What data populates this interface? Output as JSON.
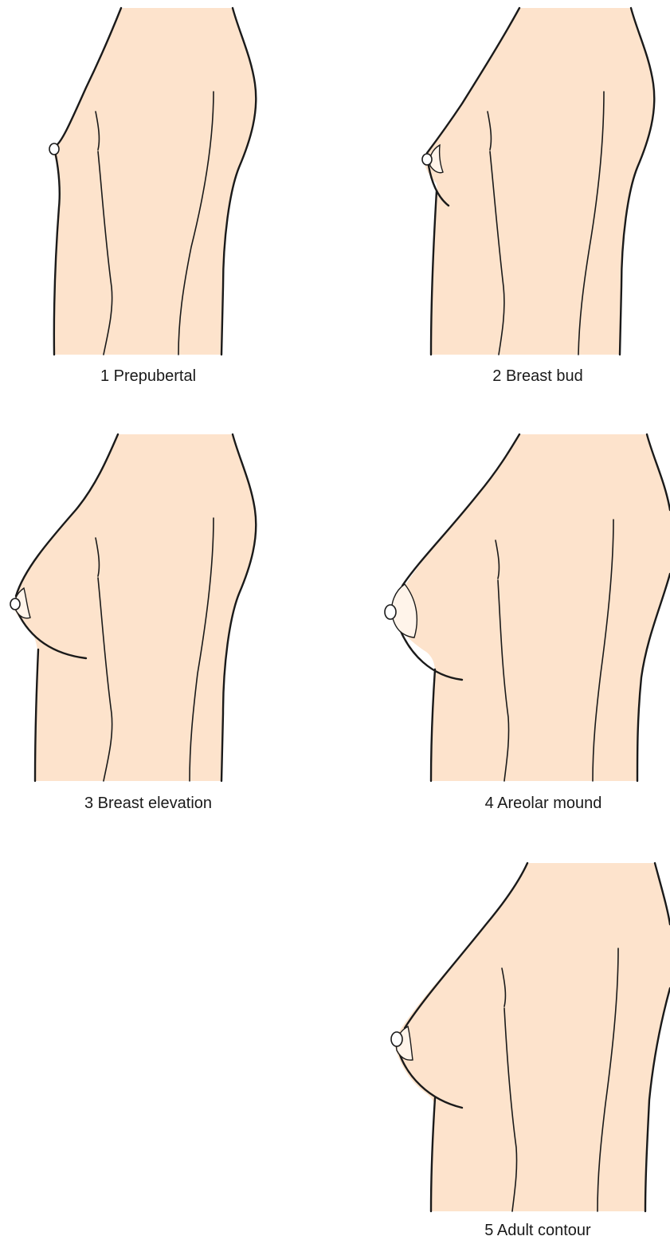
{
  "stages": [
    {
      "label": "1  Prepubertal"
    },
    {
      "label": "2  Breast bud"
    },
    {
      "label": "3  Breast elevation"
    },
    {
      "label": "4  Areolar mound"
    },
    {
      "label": "5 Adult contour"
    }
  ],
  "colors": {
    "skin": "#fde3cc",
    "outline": "#1a1a1a",
    "areola": "#fff4ea",
    "background": "#ffffff"
  }
}
